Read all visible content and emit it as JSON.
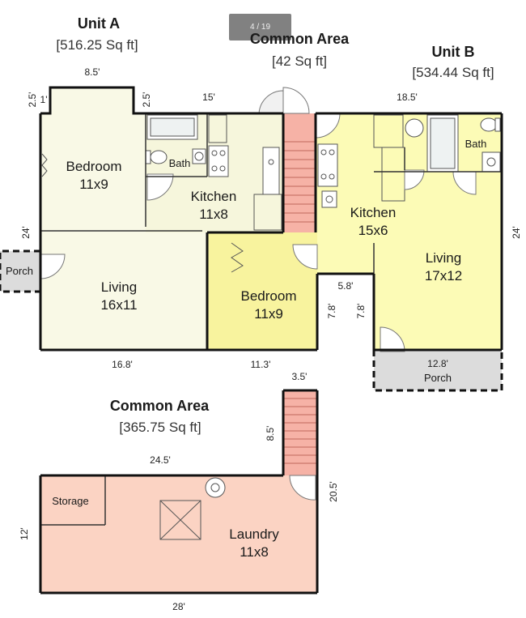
{
  "carousel": {
    "counter": "4 / 19"
  },
  "colors": {
    "unit_a_fill": "#f9f9e6",
    "unit_a_bedroom2_fill": "#f8f39e",
    "unit_b_fill": "#fcfbb6",
    "common_fill": "#fbd3c3",
    "stair_fill": "#f6b2a6",
    "porch_fill": "#dcdcdc",
    "wall": "#111111"
  },
  "unit_a": {
    "title": "Unit A",
    "area": "[516.25 Sq ft]"
  },
  "common_top": {
    "title": "Common Area",
    "area": "[42 Sq ft]"
  },
  "unit_b": {
    "title": "Unit B",
    "area": "[534.44 Sq ft]"
  },
  "common_bottom": {
    "title": "Common Area",
    "area": "[365.75 Sq ft]"
  },
  "rooms": {
    "a_bedroom": {
      "name": "Bedroom",
      "size": "11x9"
    },
    "a_bath": {
      "name": "Bath"
    },
    "a_kitchen": {
      "name": "Kitchen",
      "size": "11x8"
    },
    "a_living": {
      "name": "Living",
      "size": "16x11"
    },
    "a_porch": {
      "name": "Porch"
    },
    "a_bedroom2": {
      "name": "Bedroom",
      "size": "11x9"
    },
    "b_kitchen": {
      "name": "Kitchen",
      "size": "15x6"
    },
    "b_bath": {
      "name": "Bath"
    },
    "b_living": {
      "name": "Living",
      "size": "17x12"
    },
    "b_porch": {
      "name": "Porch",
      "dim": "12.8'"
    },
    "storage": {
      "name": "Storage"
    },
    "laundry": {
      "name": "Laundry",
      "size": "11x8"
    }
  },
  "dimensions": {
    "a_top": "8.5'",
    "a_left_small": "2.5'",
    "a_left_small2": "1'",
    "a_right_small": "2.5'",
    "a_mid_top": "15'",
    "b_top": "18.5'",
    "a_left": "24'",
    "b_right": "24'",
    "notch_width": "5.8'",
    "notch_left": "7.8'",
    "notch_right": "7.8'",
    "a_bottom": "16.8'",
    "bed2_bottom": "11.3'",
    "stair_width": "3.5'",
    "stair_height": "8.5'",
    "laundry_top": "24.5'",
    "laundry_right": "20.5'",
    "laundry_left": "12'",
    "laundry_bottom": "28'"
  }
}
